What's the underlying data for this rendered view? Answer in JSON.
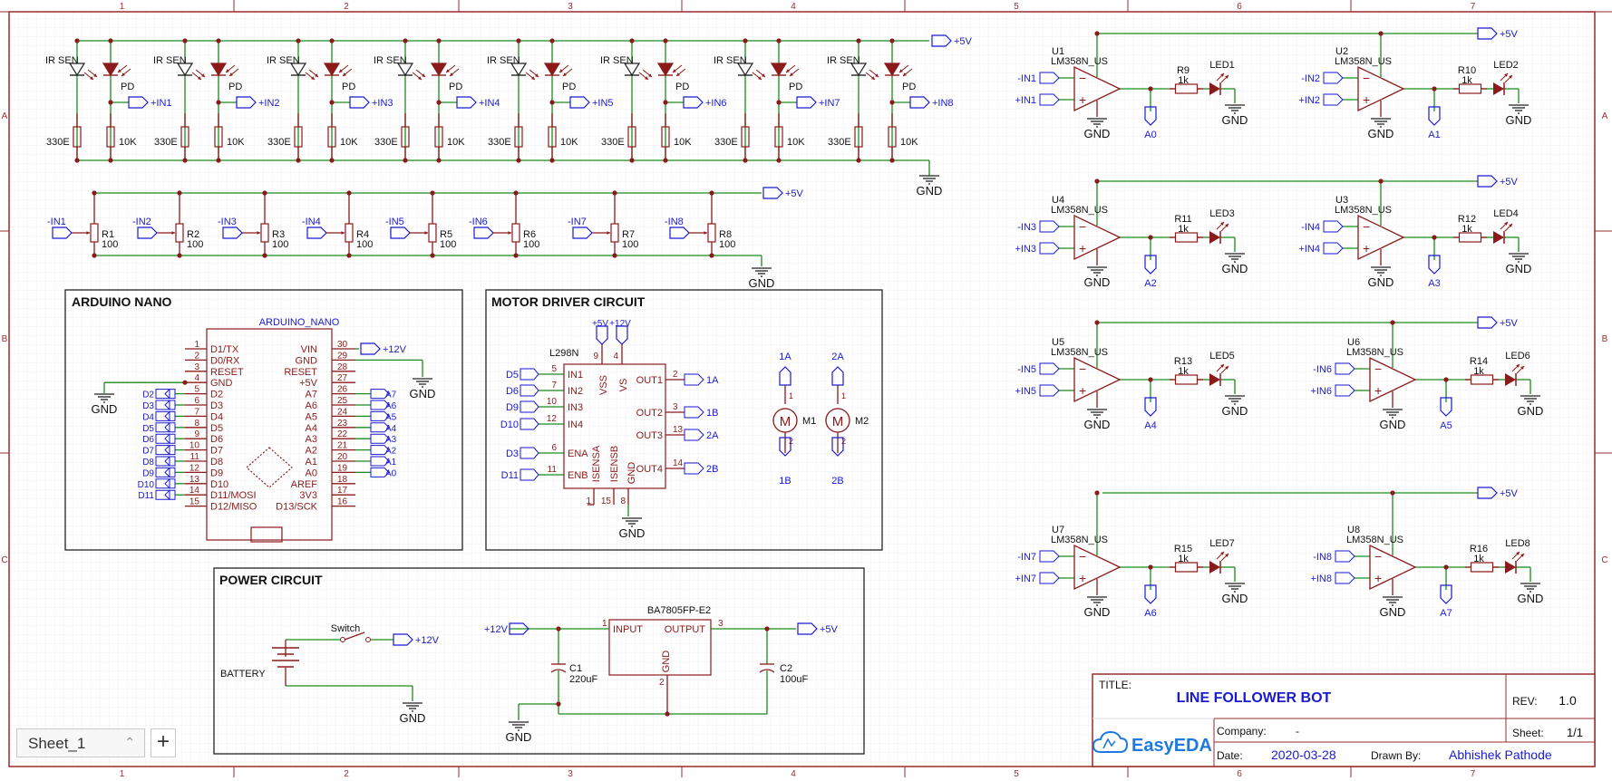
{
  "zone_columns": [
    "1",
    "2",
    "3",
    "4",
    "5",
    "6",
    "7"
  ],
  "zone_rows": [
    "A",
    "B",
    "C"
  ],
  "ir_section": {
    "sensor_label": "IR SEN",
    "detector_label": "PD",
    "rails": {
      "vcc": "+5V",
      "gnd": "GND"
    },
    "resistor_values": {
      "led": "330E",
      "detector": "10K"
    },
    "outputs": [
      "+IN1",
      "+IN2",
      "+IN3",
      "+IN4",
      "+IN5",
      "+IN6",
      "+IN7",
      "+IN8"
    ]
  },
  "pot_section": {
    "vcc": "+5V",
    "gnd": "GND",
    "pots": [
      {
        "net": "-IN1",
        "ref": "R1",
        "value": "100"
      },
      {
        "net": "-IN2",
        "ref": "R2",
        "value": "100"
      },
      {
        "net": "-IN3",
        "ref": "R3",
        "value": "100"
      },
      {
        "net": "-IN4",
        "ref": "R4",
        "value": "100"
      },
      {
        "net": "-IN5",
        "ref": "R5",
        "value": "100"
      },
      {
        "net": "-IN6",
        "ref": "R6",
        "value": "100"
      },
      {
        "net": "-IN7",
        "ref": "R7",
        "value": "100"
      },
      {
        "net": "-IN8",
        "ref": "R8",
        "value": "100"
      }
    ]
  },
  "arduino": {
    "title": "ARDUINO NANO",
    "part": "ARDUINO_NANO",
    "left_pins": [
      {
        "num": "1",
        "name": "D1/TX",
        "net": ""
      },
      {
        "num": "2",
        "name": "D0/RX",
        "net": ""
      },
      {
        "num": "3",
        "name": "RESET",
        "net": ""
      },
      {
        "num": "4",
        "name": "GND",
        "net": ""
      },
      {
        "num": "5",
        "name": "D2",
        "net": "D2"
      },
      {
        "num": "6",
        "name": "D3",
        "net": "D3"
      },
      {
        "num": "7",
        "name": "D4",
        "net": "D4"
      },
      {
        "num": "8",
        "name": "D5",
        "net": "D5"
      },
      {
        "num": "9",
        "name": "D6",
        "net": "D6"
      },
      {
        "num": "10",
        "name": "D7",
        "net": "D7"
      },
      {
        "num": "11",
        "name": "D8",
        "net": "D8"
      },
      {
        "num": "12",
        "name": "D9",
        "net": "D9"
      },
      {
        "num": "13",
        "name": "D10",
        "net": "D10"
      },
      {
        "num": "14",
        "name": "D11/MOSI",
        "net": "D11"
      },
      {
        "num": "15",
        "name": "D12/MISO",
        "net": ""
      }
    ],
    "right_pins": [
      {
        "num": "30",
        "name": "VIN",
        "net": ""
      },
      {
        "num": "29",
        "name": "GND",
        "net": ""
      },
      {
        "num": "28",
        "name": "RESET",
        "net": ""
      },
      {
        "num": "27",
        "name": "+5V",
        "net": ""
      },
      {
        "num": "26",
        "name": "A7",
        "net": "A7"
      },
      {
        "num": "25",
        "name": "A6",
        "net": "A6"
      },
      {
        "num": "24",
        "name": "A5",
        "net": "A5"
      },
      {
        "num": "23",
        "name": "A4",
        "net": "A4"
      },
      {
        "num": "22",
        "name": "A3",
        "net": "A3"
      },
      {
        "num": "21",
        "name": "A2",
        "net": "A2"
      },
      {
        "num": "20",
        "name": "A1",
        "net": "A1"
      },
      {
        "num": "19",
        "name": "A0",
        "net": "A0"
      },
      {
        "num": "18",
        "name": "AREF",
        "net": ""
      },
      {
        "num": "17",
        "name": "3V3",
        "net": ""
      },
      {
        "num": "16",
        "name": "D13/SCK",
        "net": ""
      }
    ],
    "vin_net": "+12V",
    "gnd": "GND"
  },
  "motor": {
    "title": "MOTOR DRIVER CIRCUIT",
    "part": "L298N",
    "top_pins": [
      {
        "num": "9",
        "name": "VSS",
        "net": "+5V"
      },
      {
        "num": "4",
        "name": "VS",
        "net": "+12V"
      }
    ],
    "left_pins": [
      {
        "num": "5",
        "name": "IN1",
        "net": "D5"
      },
      {
        "num": "7",
        "name": "IN2",
        "net": "D6"
      },
      {
        "num": "10",
        "name": "IN3",
        "net": "D9"
      },
      {
        "num": "12",
        "name": "IN4",
        "net": "D10"
      },
      {
        "num": "6",
        "name": "ENA",
        "net": "D3"
      },
      {
        "num": "11",
        "name": "ENB",
        "net": "D11"
      }
    ],
    "right_pins": [
      {
        "num": "2",
        "name": "OUT1",
        "net": "1A"
      },
      {
        "num": "3",
        "name": "OUT2",
        "net": "1B"
      },
      {
        "num": "13",
        "name": "OUT3",
        "net": "2A"
      },
      {
        "num": "14",
        "name": "OUT4",
        "net": "2B"
      }
    ],
    "bottom_pins": [
      {
        "num": "1",
        "name": "ISENSA"
      },
      {
        "num": "15",
        "name": "ISENSB"
      },
      {
        "num": "8",
        "name": "GND"
      }
    ],
    "gnd": "GND",
    "motors": [
      {
        "ref": "M1",
        "top": "1A",
        "bottom": "1B",
        "p1": "1",
        "p2": "2"
      },
      {
        "ref": "M2",
        "top": "2A",
        "bottom": "2B",
        "p1": "1",
        "p2": "2"
      }
    ]
  },
  "power": {
    "title": "POWER CIRCUIT",
    "battery": "BATTERY",
    "switch": "Switch",
    "v12": "+12V",
    "v5": "+5V",
    "gnd": "GND",
    "regulator": {
      "part": "BA7805FP-E2",
      "input": "INPUT",
      "output": "OUTPUT",
      "gnd": "GND",
      "pin_in": "1",
      "pin_out": "3",
      "pin_gnd": "2"
    },
    "c1": {
      "ref": "C1",
      "value": "220uF"
    },
    "c2": {
      "ref": "C2",
      "value": "100uF"
    }
  },
  "opamps": {
    "part": "LM358N_US",
    "vcc": "+5V",
    "gnd": "GND",
    "units": [
      {
        "ref": "U1",
        "r": "R9",
        "rv": "1k",
        "led": "LED1",
        "neg": "-IN1",
        "pos": "+IN1",
        "out": "A0"
      },
      {
        "ref": "U2",
        "r": "R10",
        "rv": "1k",
        "led": "LED2",
        "neg": "-IN2",
        "pos": "+IN2",
        "out": "A1"
      },
      {
        "ref": "U4",
        "r": "R11",
        "rv": "1k",
        "led": "LED3",
        "neg": "-IN3",
        "pos": "+IN3",
        "out": "A2"
      },
      {
        "ref": "U3",
        "r": "R12",
        "rv": "1k",
        "led": "LED4",
        "neg": "-IN4",
        "pos": "+IN4",
        "out": "A3"
      },
      {
        "ref": "U5",
        "r": "R13",
        "rv": "1k",
        "led": "LED5",
        "neg": "-IN5",
        "pos": "+IN5",
        "out": "A4"
      },
      {
        "ref": "U6",
        "r": "R14",
        "rv": "1k",
        "led": "LED6",
        "neg": "-IN6",
        "pos": "+IN6",
        "out": "A5"
      },
      {
        "ref": "U7",
        "r": "R15",
        "rv": "1k",
        "led": "LED7",
        "neg": "-IN7",
        "pos": "+IN7",
        "out": "A6"
      },
      {
        "ref": "U8",
        "r": "R16",
        "rv": "1k",
        "led": "LED8",
        "neg": "-IN8",
        "pos": "+IN8",
        "out": "A7"
      }
    ]
  },
  "title_block": {
    "title_label": "TITLE:",
    "title": "LINE FOLLOWER BOT",
    "rev_label": "REV:",
    "rev": "1.0",
    "company_label": "Company:",
    "company": "-",
    "sheet_label": "Sheet:",
    "sheet": "1/1",
    "date_label": "Date:",
    "date": "2020-03-28",
    "drawn_label": "Drawn By:",
    "drawn": "Abhishek Pathode",
    "logo": "EasyEDA"
  },
  "tabs": {
    "sheet": "Sheet_1",
    "add": "+"
  },
  "colors": {
    "border": "#9b2c2c",
    "wire": "#1c8a1c",
    "component": "#8b1a1a",
    "net_label": "#1a1ad0",
    "grid": "#ececec",
    "title_text": "#1a1ad0"
  }
}
